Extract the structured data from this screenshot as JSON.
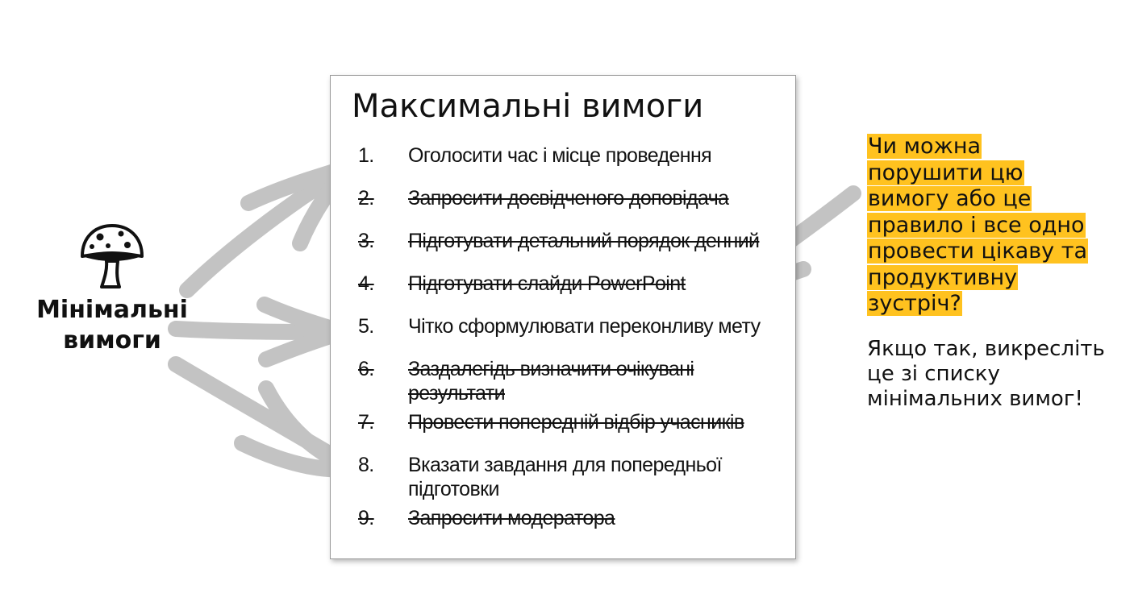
{
  "min_requirements": {
    "label": "Мінімальні вимоги",
    "icon": "mushroom-icon"
  },
  "max_requirements": {
    "title": "Максимальні вимоги",
    "items": [
      {
        "num": "1.",
        "text": "Оголосити час і місце проведення",
        "struck": false
      },
      {
        "num": "2.",
        "text": "Запросити досвідченого доповідача",
        "struck": true
      },
      {
        "num": "3.",
        "text": "Підготувати детальний порядок денний",
        "struck": true
      },
      {
        "num": "4.",
        "text": "Підготувати слайди PowerPoint",
        "struck": true
      },
      {
        "num": "5.",
        "text": "Чітко сформулювати переконливу мету",
        "struck": false
      },
      {
        "num": "6.",
        "text": "Заздалегідь визначити очікувані результати",
        "struck": true
      },
      {
        "num": "7.",
        "text": "Провести попередній відбір учасників",
        "struck": true
      },
      {
        "num": "8.",
        "text": "Вказати завдання для попередньої підготовки",
        "struck": false
      },
      {
        "num": "9.",
        "text": "Запросити модератора",
        "struck": true
      }
    ]
  },
  "question": "Чи можна порушити цю вимогу або це правило і все одно провести цікаву та продуктивну зустріч?",
  "answer": "Якщо так, викресліть це зі списку мінімальних вимог!",
  "colors": {
    "highlight": "#ffc21f",
    "arrow": "#c3c3c3",
    "text": "#111111",
    "card_border": "#9a9a9a"
  }
}
